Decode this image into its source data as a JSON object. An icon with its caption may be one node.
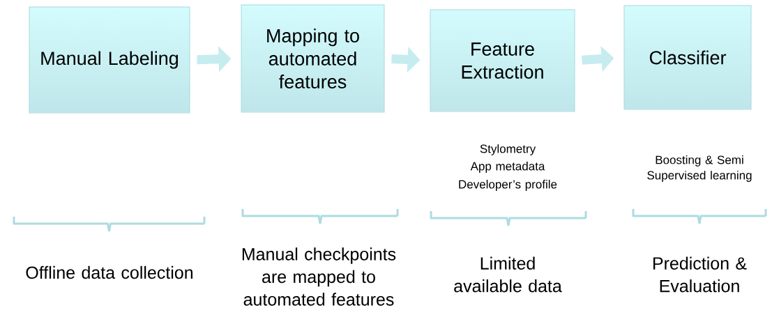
{
  "diagram": {
    "nodes": [
      {
        "text": [
          "Manual Labeling"
        ]
      },
      {
        "text": [
          "Mapping to automated features"
        ]
      },
      {
        "text": [
          "Feature Extraction"
        ]
      },
      {
        "text": [
          "Classifier"
        ]
      }
    ],
    "edges": [
      {
        "from": 0,
        "to": 1,
        "arrow": "to"
      },
      {
        "from": 1,
        "to": 2,
        "arrow": "to"
      },
      {
        "from": 2,
        "to": 3,
        "arrow": "to"
      }
    ],
    "labels": [
      "Stylometry",
      "App metadata",
      "Developer’s profile",
      "Boosting & Semi Supervised learning",
      "Offline data collection",
      "Manual checkpoints are mapped to automated features",
      "Limited available data",
      "Prediction & Evaluation"
    ]
  }
}
